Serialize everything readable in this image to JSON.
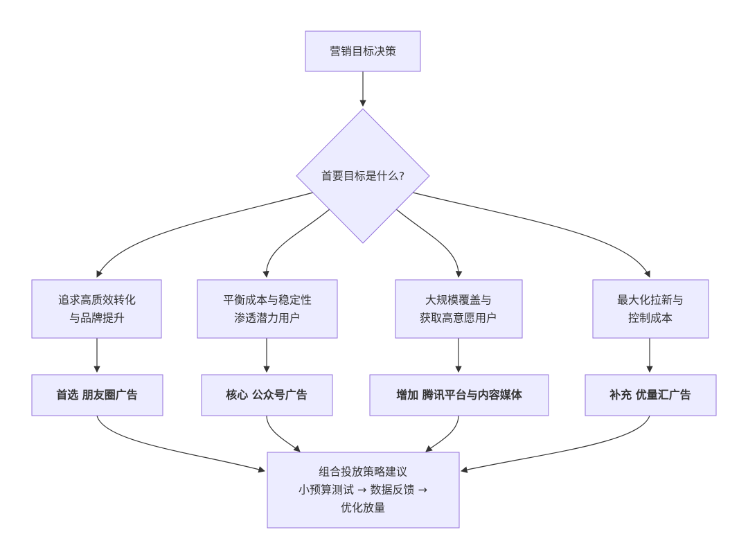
{
  "diagram": {
    "type": "flowchart",
    "nodes": {
      "start": {
        "lines": [
          "营销目标决策"
        ]
      },
      "decision": {
        "lines": [
          "首要目标是什么?"
        ]
      },
      "goal_a": {
        "lines": [
          "追求高质效转化",
          "与品牌提升"
        ]
      },
      "goal_b": {
        "lines": [
          "平衡成本与稳定性",
          "渗透潜力用户"
        ]
      },
      "goal_c": {
        "lines": [
          "大规模覆盖与",
          "获取高意愿用户"
        ]
      },
      "goal_d": {
        "lines": [
          "最大化拉新与",
          "控制成本"
        ]
      },
      "channel_a": {
        "lines": [
          "首选 朋友圈广告"
        ]
      },
      "channel_b": {
        "lines": [
          "核心 公众号广告"
        ]
      },
      "channel_c": {
        "lines": [
          "增加 腾讯平台与内容媒体"
        ]
      },
      "channel_d": {
        "lines": [
          "补充 优量汇广告"
        ]
      },
      "result": {
        "lines": [
          "组合投放策略建议",
          "小预算测试 → 数据反馈 →",
          "优化放量"
        ]
      }
    },
    "edges": [
      [
        "start",
        "decision"
      ],
      [
        "decision",
        "goal_a"
      ],
      [
        "decision",
        "goal_b"
      ],
      [
        "decision",
        "goal_c"
      ],
      [
        "decision",
        "goal_d"
      ],
      [
        "goal_a",
        "channel_a"
      ],
      [
        "goal_b",
        "channel_b"
      ],
      [
        "goal_c",
        "channel_c"
      ],
      [
        "goal_d",
        "channel_d"
      ],
      [
        "channel_a",
        "result"
      ],
      [
        "channel_b",
        "result"
      ],
      [
        "channel_c",
        "result"
      ],
      [
        "channel_d",
        "result"
      ]
    ],
    "colors": {
      "node_fill": "#ECECFF",
      "node_stroke": "#9370DB",
      "text": "#333333",
      "edge": "#333333"
    }
  }
}
